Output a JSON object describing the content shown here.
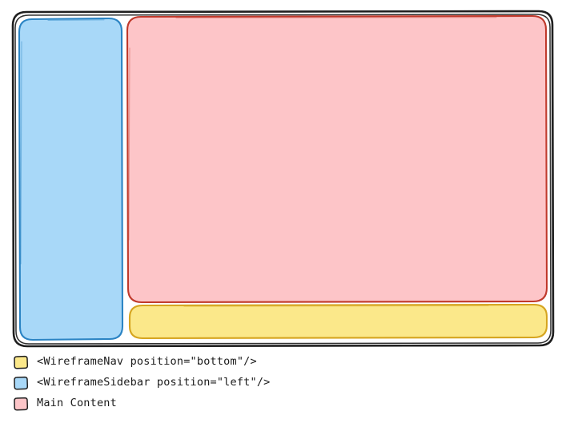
{
  "diagram": {
    "type": "wireframe-layout",
    "title": "",
    "colors": {
      "outer_border": "#1f1f1f",
      "sidebar_fill": "#a8d8f8",
      "sidebar_border": "#2b84c4",
      "main_fill": "#fdc5c8",
      "main_border": "#c0392b",
      "nav_fill": "#fbe88a",
      "nav_border": "#d6a520",
      "background": "#ffffff",
      "text": "#1a1a1a"
    },
    "regions": [
      {
        "id": "sidebar",
        "name": "WireframeSidebar",
        "position": "left",
        "fill": "#a8d8f8",
        "border": "#2b84c4"
      },
      {
        "id": "main-content",
        "name": "Main Content",
        "position": "center",
        "fill": "#fdc5c8",
        "border": "#c0392b"
      },
      {
        "id": "nav",
        "name": "WireframeNav",
        "position": "bottom",
        "fill": "#fbe88a",
        "border": "#d6a520"
      }
    ]
  },
  "legend": {
    "items": [
      {
        "label": "<WireframeNav position=\"bottom\"/>",
        "swatch_fill": "#fbe88a",
        "swatch_border": "#d6a520",
        "icon": "yellow-swatch-icon"
      },
      {
        "label": "<WireframeSidebar position=\"left\"/>",
        "swatch_fill": "#a8d8f8",
        "swatch_border": "#2b84c4",
        "icon": "blue-swatch-icon"
      },
      {
        "label": "Main Content",
        "swatch_fill": "#fdc5c8",
        "swatch_border": "#c0392b",
        "icon": "pink-swatch-icon"
      }
    ]
  }
}
